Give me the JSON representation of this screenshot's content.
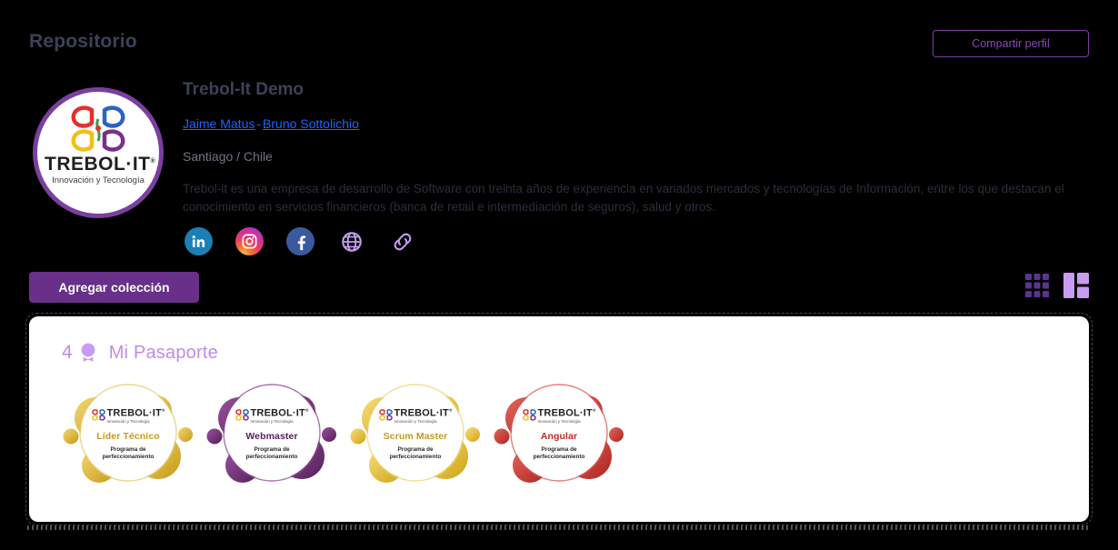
{
  "header": {
    "title": "Repositorio",
    "share_button": "Compartir perfil"
  },
  "profile": {
    "avatar": {
      "brand_word": "TREBOL·IT",
      "brand_trademark": "®",
      "brand_tagline": "Innovación y Tecnología",
      "border_color": "#7b3fa0"
    },
    "org_name": "Trebol-It Demo",
    "people": [
      {
        "name": "Jaime Matus"
      },
      {
        "name": "Bruno Sottolichio"
      }
    ],
    "people_separator": "-",
    "location": "Santiago / Chile",
    "description": "Trebol-it es una empresa de desarrollo de Software con treinta años de experiencia en variados mercados y tecnologías de Información, entre los que destacan el conocimiento en servicios financieros (banca de retail e intermediación de seguros), salud y otros.",
    "socials": [
      {
        "icon": "linkedin-icon",
        "label": "LinkedIn"
      },
      {
        "icon": "instagram-icon",
        "label": "Instagram"
      },
      {
        "icon": "facebook-icon",
        "label": "Facebook"
      },
      {
        "icon": "globe-icon",
        "label": "Sitio web"
      },
      {
        "icon": "link-icon",
        "label": "Enlace"
      }
    ]
  },
  "actions": {
    "add_collection": "Agregar colección",
    "add_collection_color": "#683088",
    "views": [
      {
        "icon": "grid-view-icon",
        "label": "Vista cuadrícula",
        "active": false,
        "color": "#5b3390"
      },
      {
        "icon": "layout-view-icon",
        "label": "Vista tarjetas",
        "active": true,
        "color": "#c79cf2"
      }
    ]
  },
  "passport": {
    "count": "4",
    "badge_icon": "award-icon",
    "title": "Mi Pasaporte",
    "title_color": "#bf8ce8",
    "badges": [
      {
        "title": "Líder Técnico",
        "subtitle_line1": "Programa de",
        "subtitle_line2": "perfeccionamiento",
        "brand_word": "TREBOL·IT",
        "brand_trademark": "®",
        "brand_tagline": "Innovación y Tecnología",
        "ring_color": "#e0b52e",
        "ring_color_dark": "#c79a17",
        "ring_color_light": "#f3d873",
        "title_color": "#c99a16"
      },
      {
        "title": "Webmaster",
        "subtitle_line1": "Programa de",
        "subtitle_line2": "perfeccionamiento",
        "brand_word": "TREBOL·IT",
        "brand_trademark": "®",
        "brand_tagline": "Innovación y Tecnología",
        "ring_color": "#6e2d71",
        "ring_color_dark": "#551f58",
        "ring_color_light": "#9a52a0",
        "title_color": "#5c2161"
      },
      {
        "title": "Scrum Master",
        "subtitle_line1": "Programa de",
        "subtitle_line2": "perfeccionamiento",
        "brand_word": "TREBOL·IT",
        "brand_trademark": "®",
        "brand_tagline": "Innovación y Tecnología",
        "ring_color": "#e9c02c",
        "ring_color_dark": "#d0a412",
        "ring_color_light": "#f6de7d",
        "title_color": "#c99a16"
      },
      {
        "title": "Angular",
        "subtitle_line1": "Programa de",
        "subtitle_line2": "perfeccionamiento",
        "brand_word": "TREBOL·IT",
        "brand_trademark": "®",
        "brand_tagline": "Innovación y Tecnología",
        "ring_color": "#d0342c",
        "ring_color_dark": "#ae2520",
        "ring_color_light": "#e4655c",
        "title_color": "#c42821"
      }
    ]
  }
}
